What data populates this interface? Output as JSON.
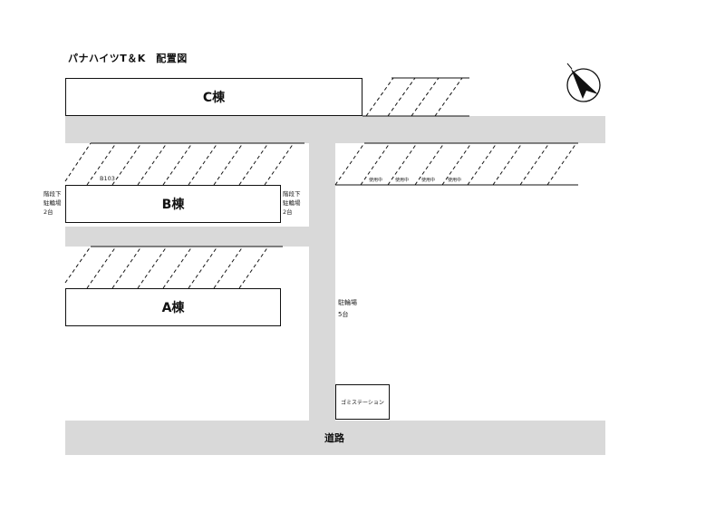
{
  "title": "パナハイツT＆K　配置図",
  "buildings": {
    "c": "C棟",
    "b": "B棟",
    "a": "A棟"
  },
  "labels": {
    "b103": "B103",
    "bike_left_line1": "階段下",
    "bike_left_line2": "駐輪場",
    "bike_left_line3": "2台",
    "bike_right_line1": "階段下",
    "bike_right_line2": "駐輪場",
    "bike_right_line3": "2台",
    "bike_center_line1": "駐輪場",
    "bike_center_line2": "5台",
    "in_use": [
      "使用中",
      "使用中",
      "使用中",
      "使用中"
    ],
    "trash": "ゴミステーション",
    "road": "道路"
  },
  "icons": {
    "compass": "north-arrow-icon"
  },
  "colors": {
    "road": "#d9d9d9",
    "line": "#111111"
  }
}
